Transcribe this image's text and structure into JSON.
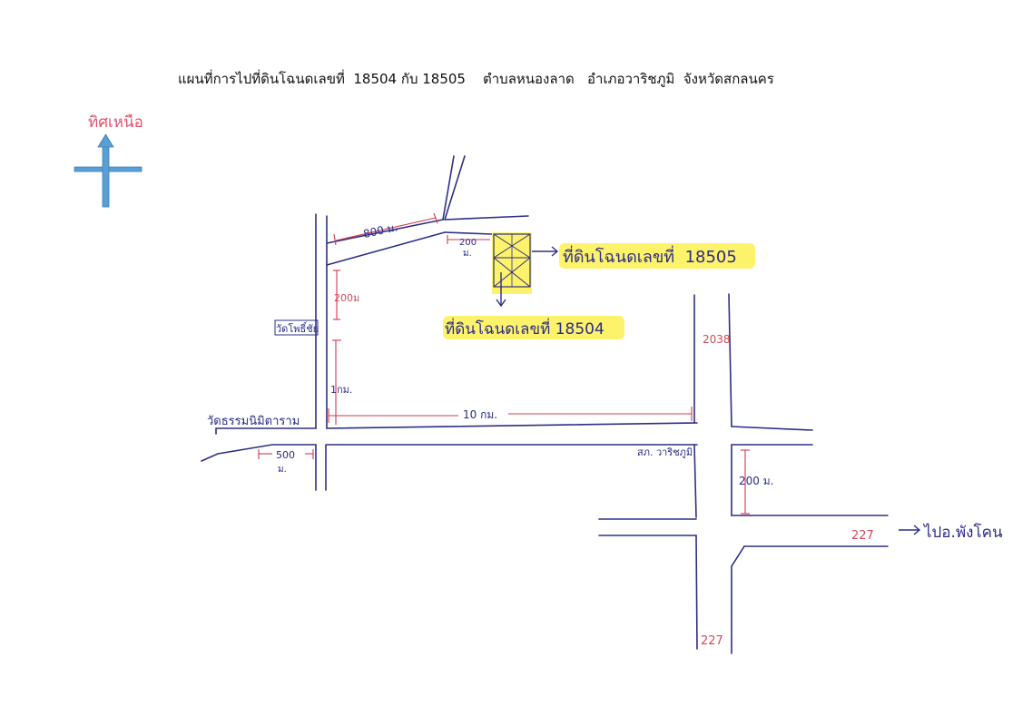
{
  "title": "แผนที่การไปที่ดินโฉนดเลขที่  18504 กับ 18505    ตำบลหนองลาด   อำเภอวาริชภูมิ  จังหวัดสกลนคร",
  "compass": {
    "label": "ทิศเหนือ",
    "icon": "north-arrow-icon",
    "color": "#5a9fd4"
  },
  "parcels": {
    "plot_18505": "ที่ดินโฉนดเลขที่  18505",
    "plot_18504": "ที่ดินโฉนดเลขที่ 18504",
    "highlight_color": "#fdf36a"
  },
  "landmarks": {
    "wat_pho_chai": "วัดโพธิ์ชัย",
    "wat_thammanimit": "วัดธรรมนิมิตาราม",
    "police_station": "สภ. วาริชภูมิ",
    "to_phang_khon": "ไปอ.พังโคน"
  },
  "roads": {
    "road_2038": "2038",
    "road_227_east": "227",
    "road_227_south": "227"
  },
  "distances": {
    "d_800m": "800 ม.",
    "d_200m_plot": "200",
    "d_200m_plot_unit": "ม.",
    "d_200m_west": "200ม",
    "d_1km": "1กม.",
    "d_10km": "10 กม.",
    "d_500m": "500",
    "d_500m_unit": "ม.",
    "d_200m_east": "200 ม."
  }
}
